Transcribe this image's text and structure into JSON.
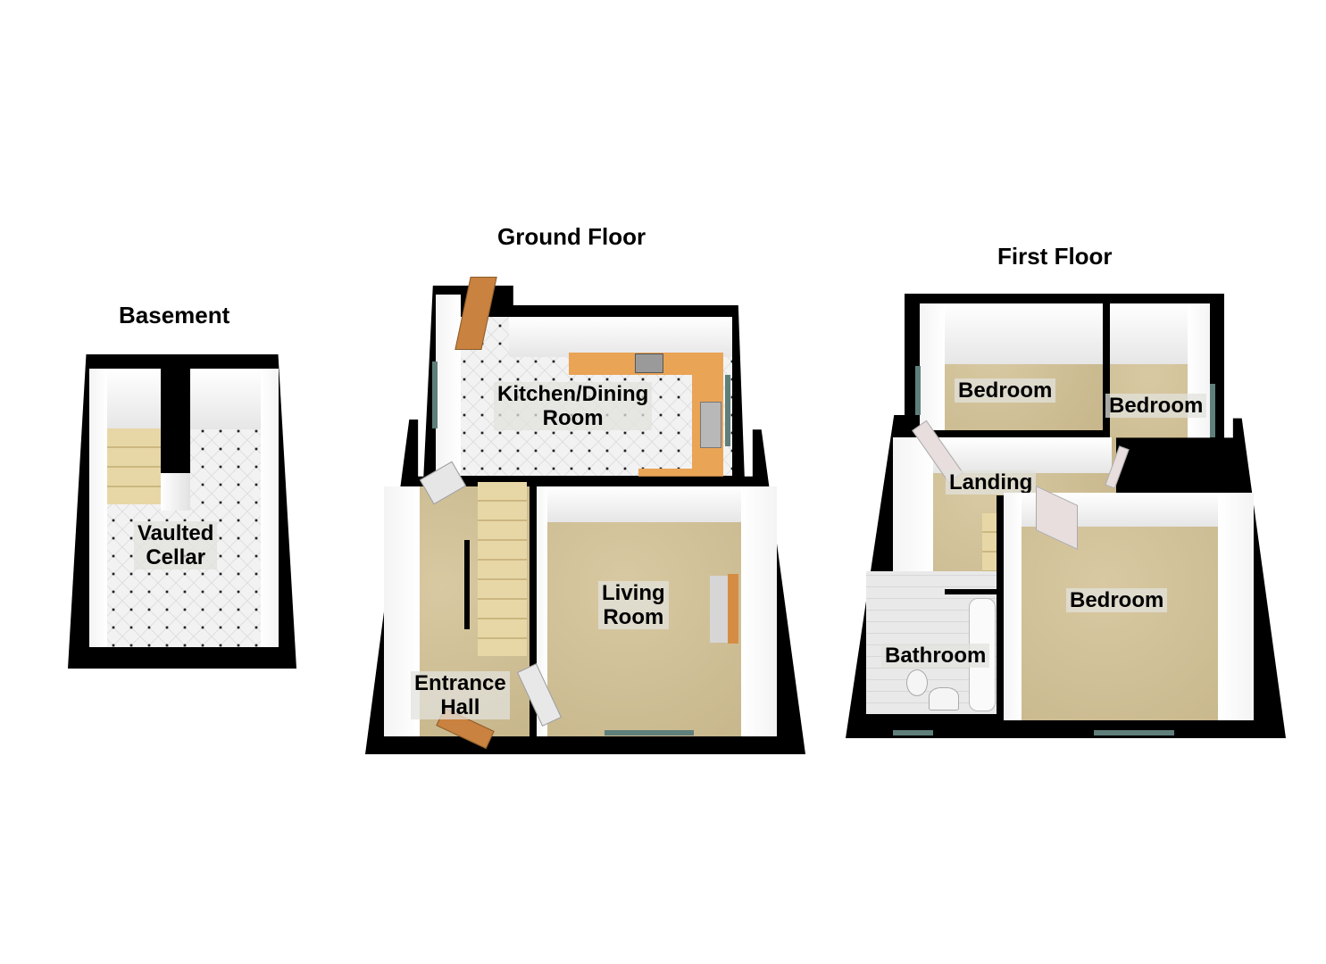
{
  "floors": [
    {
      "title": "Basement",
      "rooms": [
        {
          "name": "Vaulted Cellar",
          "line1": "Vaulted",
          "line2": "Cellar"
        }
      ]
    },
    {
      "title": "Ground Floor",
      "rooms": [
        {
          "name": "Kitchen/Dining Room",
          "line1": "Kitchen/Dining",
          "line2": "Room"
        },
        {
          "name": "Living Room",
          "line1": "Living",
          "line2": "Room"
        },
        {
          "name": "Entrance Hall",
          "line1": "Entrance",
          "line2": "Hall"
        }
      ]
    },
    {
      "title": "First Floor",
      "rooms": [
        {
          "name": "Bedroom",
          "line1": "Bedroom"
        },
        {
          "name": "Bedroom",
          "line1": "Bedroom"
        },
        {
          "name": "Landing",
          "line1": "Landing"
        },
        {
          "name": "Bedroom",
          "line1": "Bedroom"
        },
        {
          "name": "Bathroom",
          "line1": "Bathroom"
        }
      ]
    }
  ],
  "colors": {
    "wall": "#000000",
    "carpet": "#cdbd94",
    "tile_floor": "#f2f2f2",
    "worktop": "#eaa456",
    "door": "#c9823f",
    "window": "#5f7f7b"
  }
}
